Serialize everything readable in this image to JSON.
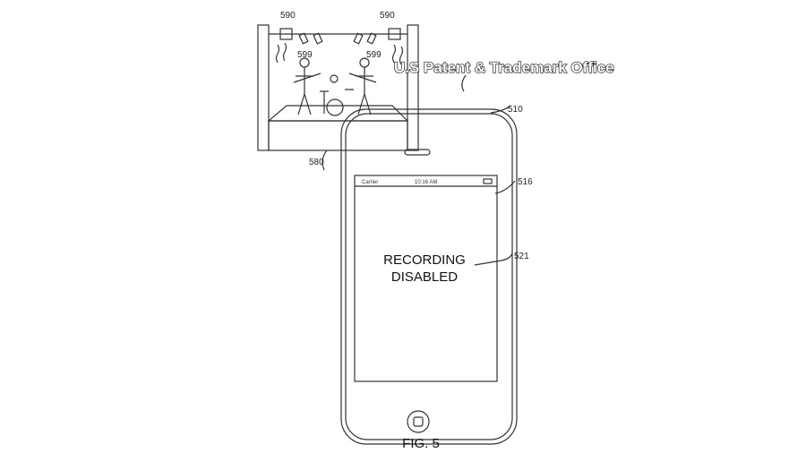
{
  "watermark": "U.S Patent & Trademark Office",
  "labels": {
    "light_left": "590",
    "light_right": "590",
    "sound_left": "599",
    "sound_right": "599",
    "stage": "580",
    "phone": "510",
    "screen": "516",
    "message_ref": "521"
  },
  "status_bar": {
    "carrier": "Carrier",
    "time": "10:16 AM"
  },
  "screen_message": {
    "line1": "RECORDING",
    "line2": "DISABLED"
  },
  "caption": "FIG. 5"
}
